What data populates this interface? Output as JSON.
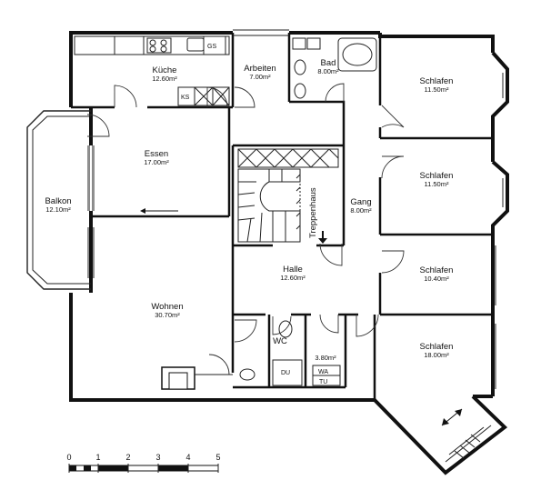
{
  "rooms": {
    "kueche": {
      "name": "Küche",
      "area": "12.60m²"
    },
    "arbeiten": {
      "name": "Arbeiten",
      "area": "7.00m²"
    },
    "bad": {
      "name": "Bad",
      "area": "8.00m²"
    },
    "schlafen1": {
      "name": "Schlafen",
      "area": "11.50m²"
    },
    "essen": {
      "name": "Essen",
      "area": "17.00m²"
    },
    "balkon": {
      "name": "Balkon",
      "area": "12.10m²"
    },
    "schlafen2": {
      "name": "Schlafen",
      "area": "11.50m²"
    },
    "gang": {
      "name": "Gang",
      "area": "8.00m²"
    },
    "treppenhaus": {
      "name": "Treppenhaus"
    },
    "halle": {
      "name": "Halle",
      "area": "12.60m²"
    },
    "schlafen3": {
      "name": "Schlafen",
      "area": "10.40m²"
    },
    "wohnen": {
      "name": "Wohnen",
      "area": "30.70m²"
    },
    "wc": {
      "name": "WC"
    },
    "abstell": {
      "area": "3.80m²"
    },
    "schlafen4": {
      "name": "Schlafen",
      "area": "18.00m²"
    }
  },
  "fixtures": {
    "gs": "GS",
    "ks": "KS",
    "du": "DU",
    "wa": "WA",
    "tu": "TU"
  },
  "scale": {
    "ticks": [
      "0",
      "1",
      "2",
      "3",
      "4",
      "5"
    ]
  }
}
